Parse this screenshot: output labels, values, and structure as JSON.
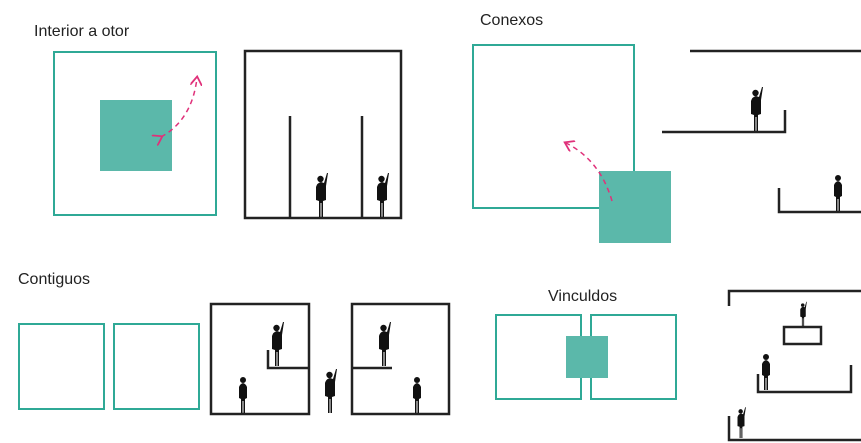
{
  "labels": {
    "interior": "Interior a otor",
    "conexos": "Conexos",
    "contiguos": "Contiguos",
    "vinculados": "Vinculdos"
  },
  "colors": {
    "teal": "#2fa996",
    "teal_fill": "#5bb8aa",
    "dark": "#222222",
    "magenta": "#e0317a",
    "background": "#ffffff"
  }
}
